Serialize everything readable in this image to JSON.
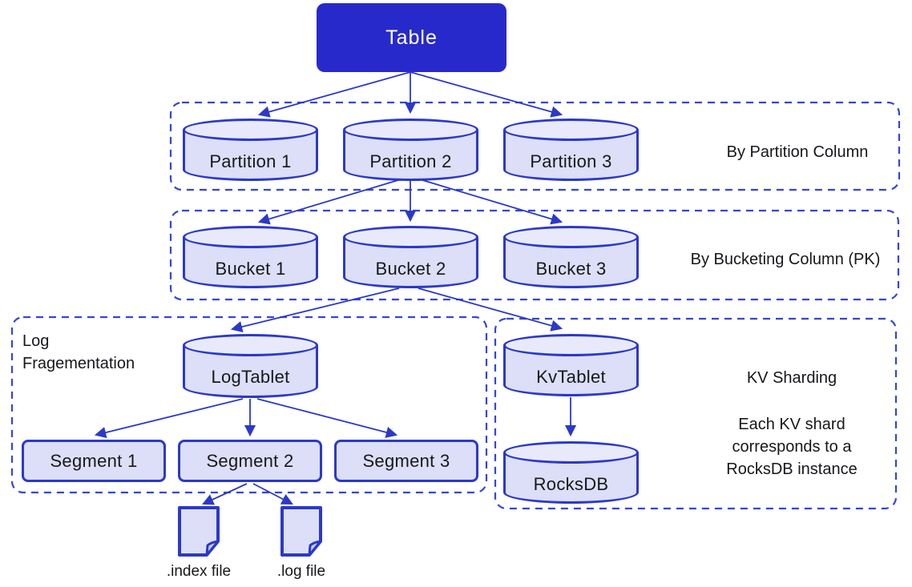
{
  "root_label": "Table",
  "partitions": {
    "group_label": "By Partition Column",
    "items": [
      "Partition 1",
      "Partition 2",
      "Partition 3"
    ]
  },
  "buckets": {
    "group_label": "By Bucketing Column (PK)",
    "items": [
      "Bucket 1",
      "Bucket 2",
      "Bucket 3"
    ]
  },
  "log_group": {
    "group_label": "Log Fragementation",
    "tablet_label": "LogTablet",
    "segments": [
      "Segment 1",
      "Segment 2",
      "Segment 3"
    ],
    "files": [
      ".index file",
      ".log file"
    ]
  },
  "kv_group": {
    "group_label": "KV Sharding",
    "note": "Each KV shard corresponds to a RocksDB instance",
    "tablet_label": "KvTablet",
    "store_label": "RocksDB"
  },
  "colors": {
    "accent": "#2829cb",
    "node_stroke": "#2c39c7",
    "node_fill": "#dcdff7",
    "dashed_border": "#3546d4",
    "text": "#17171c"
  }
}
